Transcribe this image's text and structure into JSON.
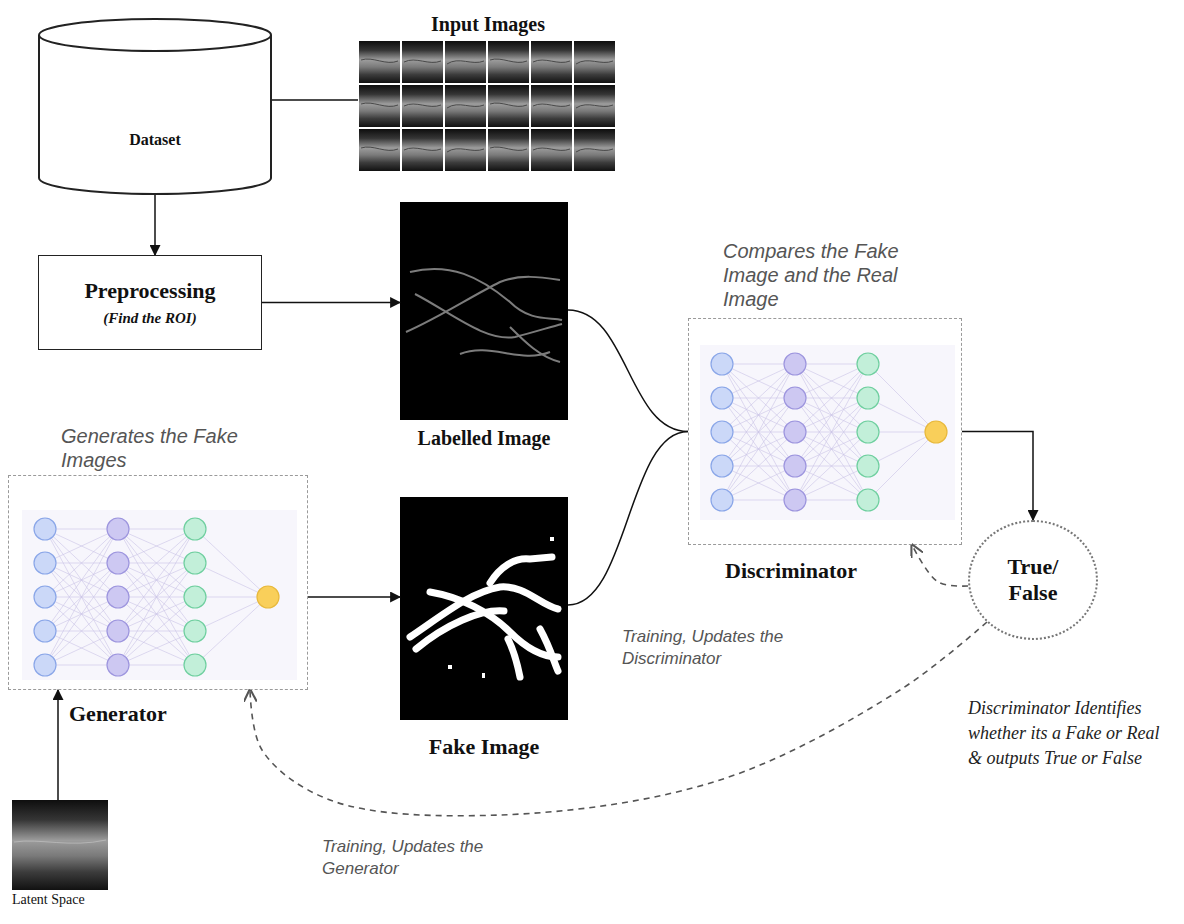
{
  "diagram": {
    "nodes": [
      {
        "text": [
          "Dataset"
        ]
      },
      {
        "text": [
          "Input Images"
        ]
      },
      {
        "text": [
          "Preprocessing",
          "(Find the ROI)"
        ]
      },
      {
        "text": [
          "Labelled Image"
        ]
      },
      {
        "text": [
          "Compares the Fake Image and the Real Image",
          "Discriminator"
        ]
      },
      {
        "text": [
          "Generates the Fake Images",
          "Generator"
        ]
      },
      {
        "text": [
          "Fake Image"
        ]
      },
      {
        "text": [
          "True/ False",
          "Discriminator Identifies whether its a Fake or Real & outputs True or False"
        ]
      },
      {
        "text": [
          "Latent Space"
        ]
      }
    ],
    "edges": [
      {
        "from": 0,
        "to": 1,
        "arrow": "none"
      },
      {
        "from": 0,
        "to": 2,
        "arrow": "to"
      },
      {
        "from": 2,
        "to": 3,
        "arrow": "to"
      },
      {
        "from": 3,
        "to": 4,
        "arrow": "none"
      },
      {
        "from": 6,
        "to": 4,
        "arrow": "none"
      },
      {
        "from": 4,
        "to": 7,
        "arrow": "to"
      },
      {
        "from": 7,
        "to": 4,
        "label": "Training, Updates the Discriminator",
        "arrow": "to"
      },
      {
        "from": 7,
        "to": 5,
        "label": "Training, Updates the Generator",
        "arrow": "to"
      },
      {
        "from": 5,
        "to": 6,
        "arrow": "to"
      },
      {
        "from": 8,
        "to": 5,
        "arrow": "to"
      }
    ]
  }
}
